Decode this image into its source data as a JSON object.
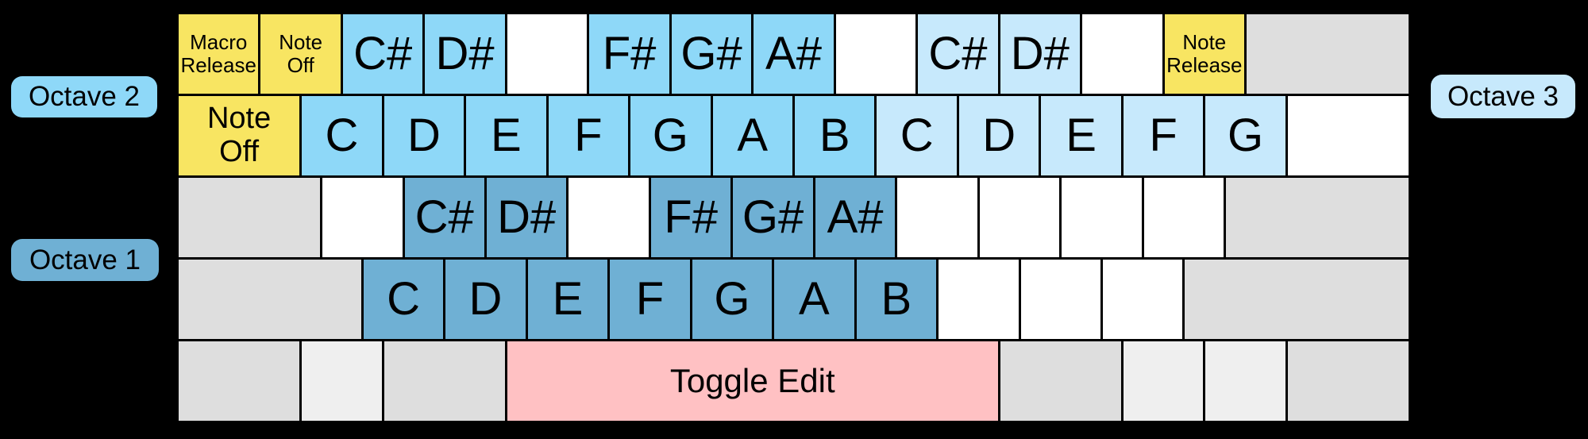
{
  "palette": {
    "background": "#000000",
    "text": "#000000",
    "yellow": "#f8e562",
    "octave1_blue": "#6fb0d4",
    "octave2_blue": "#8ed8f8",
    "octave3_blue": "#c7e9fc",
    "pink": "#ffc1c3",
    "gray": "#dedede",
    "gray_light": "#efefef",
    "white": "#ffffff"
  },
  "octave_labels": {
    "octave2": {
      "label": "Octave 2",
      "color": "octave2_blue"
    },
    "octave1": {
      "label": "Octave 1",
      "color": "octave1_blue"
    },
    "octave3": {
      "label": "Octave 3",
      "color": "octave3_blue"
    }
  },
  "keyboard": {
    "rows": [
      {
        "name": "number-row",
        "keys": [
          {
            "label": "Macro\nRelease",
            "color": "yellow",
            "w": 1,
            "size": "sm"
          },
          {
            "label": "Note\nOff",
            "color": "yellow",
            "w": 1,
            "size": "sm"
          },
          {
            "label": "C#",
            "color": "octave2_blue",
            "w": 1,
            "size": "lg"
          },
          {
            "label": "D#",
            "color": "octave2_blue",
            "w": 1,
            "size": "lg"
          },
          {
            "label": "",
            "color": "white",
            "w": 1
          },
          {
            "label": "F#",
            "color": "octave2_blue",
            "w": 1,
            "size": "lg"
          },
          {
            "label": "G#",
            "color": "octave2_blue",
            "w": 1,
            "size": "lg"
          },
          {
            "label": "A#",
            "color": "octave2_blue",
            "w": 1,
            "size": "lg"
          },
          {
            "label": "",
            "color": "white",
            "w": 1
          },
          {
            "label": "C#",
            "color": "octave3_blue",
            "w": 1,
            "size": "lg"
          },
          {
            "label": "D#",
            "color": "octave3_blue",
            "w": 1,
            "size": "lg"
          },
          {
            "label": "",
            "color": "white",
            "w": 1
          },
          {
            "label": "Note\nRelease",
            "color": "yellow",
            "w": 1,
            "size": "sm"
          },
          {
            "label": "",
            "color": "gray",
            "w": 2
          }
        ]
      },
      {
        "name": "qwerty-row",
        "keys": [
          {
            "label": "Note\nOff",
            "color": "yellow",
            "w": 1.5,
            "size": "md"
          },
          {
            "label": "C",
            "color": "octave2_blue",
            "w": 1,
            "size": "lg"
          },
          {
            "label": "D",
            "color": "octave2_blue",
            "w": 1,
            "size": "lg"
          },
          {
            "label": "E",
            "color": "octave2_blue",
            "w": 1,
            "size": "lg"
          },
          {
            "label": "F",
            "color": "octave2_blue",
            "w": 1,
            "size": "lg"
          },
          {
            "label": "G",
            "color": "octave2_blue",
            "w": 1,
            "size": "lg"
          },
          {
            "label": "A",
            "color": "octave2_blue",
            "w": 1,
            "size": "lg"
          },
          {
            "label": "B",
            "color": "octave2_blue",
            "w": 1,
            "size": "lg"
          },
          {
            "label": "C",
            "color": "octave3_blue",
            "w": 1,
            "size": "lg"
          },
          {
            "label": "D",
            "color": "octave3_blue",
            "w": 1,
            "size": "lg"
          },
          {
            "label": "E",
            "color": "octave3_blue",
            "w": 1,
            "size": "lg"
          },
          {
            "label": "F",
            "color": "octave3_blue",
            "w": 1,
            "size": "lg"
          },
          {
            "label": "G",
            "color": "octave3_blue",
            "w": 1,
            "size": "lg"
          },
          {
            "label": "",
            "color": "white",
            "w": 1.5
          }
        ]
      },
      {
        "name": "home-row",
        "keys": [
          {
            "label": "",
            "color": "gray",
            "w": 1.75
          },
          {
            "label": "",
            "color": "white",
            "w": 1
          },
          {
            "label": "C#",
            "color": "octave1_blue",
            "w": 1,
            "size": "lg"
          },
          {
            "label": "D#",
            "color": "octave1_blue",
            "w": 1,
            "size": "lg"
          },
          {
            "label": "",
            "color": "white",
            "w": 1
          },
          {
            "label": "F#",
            "color": "octave1_blue",
            "w": 1,
            "size": "lg"
          },
          {
            "label": "G#",
            "color": "octave1_blue",
            "w": 1,
            "size": "lg"
          },
          {
            "label": "A#",
            "color": "octave1_blue",
            "w": 1,
            "size": "lg"
          },
          {
            "label": "",
            "color": "white",
            "w": 1
          },
          {
            "label": "",
            "color": "white",
            "w": 1
          },
          {
            "label": "",
            "color": "white",
            "w": 1
          },
          {
            "label": "",
            "color": "white",
            "w": 1
          },
          {
            "label": "",
            "color": "gray",
            "w": 2.25
          }
        ]
      },
      {
        "name": "bottom-letter-row",
        "keys": [
          {
            "label": "",
            "color": "gray",
            "w": 2.25
          },
          {
            "label": "C",
            "color": "octave1_blue",
            "w": 1,
            "size": "lg"
          },
          {
            "label": "D",
            "color": "octave1_blue",
            "w": 1,
            "size": "lg"
          },
          {
            "label": "E",
            "color": "octave1_blue",
            "w": 1,
            "size": "lg"
          },
          {
            "label": "F",
            "color": "octave1_blue",
            "w": 1,
            "size": "lg"
          },
          {
            "label": "G",
            "color": "octave1_blue",
            "w": 1,
            "size": "lg"
          },
          {
            "label": "A",
            "color": "octave1_blue",
            "w": 1,
            "size": "lg"
          },
          {
            "label": "B",
            "color": "octave1_blue",
            "w": 1,
            "size": "lg"
          },
          {
            "label": "",
            "color": "white",
            "w": 1
          },
          {
            "label": "",
            "color": "white",
            "w": 1
          },
          {
            "label": "",
            "color": "white",
            "w": 1
          },
          {
            "label": "",
            "color": "gray",
            "w": 2.75
          }
        ]
      },
      {
        "name": "space-row",
        "keys": [
          {
            "label": "",
            "color": "gray",
            "w": 1.5
          },
          {
            "label": "",
            "color": "gray_light",
            "w": 1
          },
          {
            "label": "",
            "color": "gray",
            "w": 1.5
          },
          {
            "label": "Toggle Edit",
            "color": "pink",
            "w": 6,
            "size": "tg"
          },
          {
            "label": "",
            "color": "gray",
            "w": 1.5
          },
          {
            "label": "",
            "color": "gray_light",
            "w": 1
          },
          {
            "label": "",
            "color": "gray_light",
            "w": 1
          },
          {
            "label": "",
            "color": "gray",
            "w": 1.5
          }
        ]
      }
    ]
  }
}
